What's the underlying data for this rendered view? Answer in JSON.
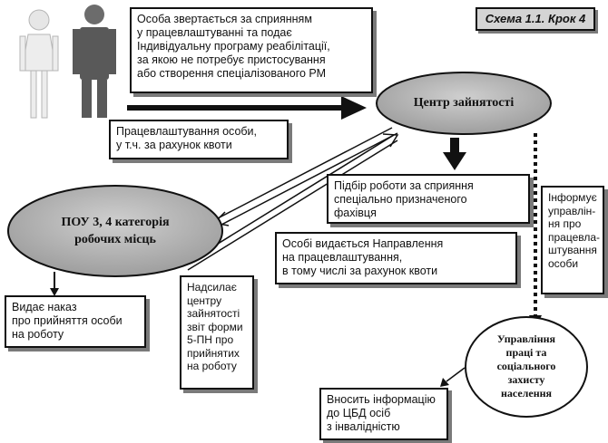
{
  "title": "Схема 1.1. Крок 4",
  "nodes": {
    "applicant_text": "Особа звертається за сприянням\nу працевлаштуванні та подає\nІндивідуальну програму реабілітації,\nза якою не потребує пристосування\nабо  створення спеціалізованого РМ",
    "employment_center": "Центр зайнятості",
    "employer": "ПОУ 3, 4 категорія\nробочих місць",
    "social_protection": "Управління\nпраці та\nсоціального\nзахисту\nнаселення"
  },
  "labels": {
    "employment": "Працевлаштування особи,\nу т.ч. за рахунок квоти",
    "job_selection": "Підбір роботи за сприяння\nспеціально призначеного\nфахівця",
    "informs": "Інформує\nуправлін-\nня про\nпрацевла-\nштування\nособи",
    "referral": "Особі видається Направлення\nна працевлаштування,\nв тому числі за рахунок квоти",
    "sends_report": "Надсилає\nцентру\nзайнятості\nзвіт форми\n5-ПН про\nприйнятих\nна роботу",
    "issues_order": "Видає наказ\nпро прийняття особи\nна роботу",
    "enters_info": "Вносить інформацію\nдо ЦБД осіб\nз інвалідністю"
  }
}
